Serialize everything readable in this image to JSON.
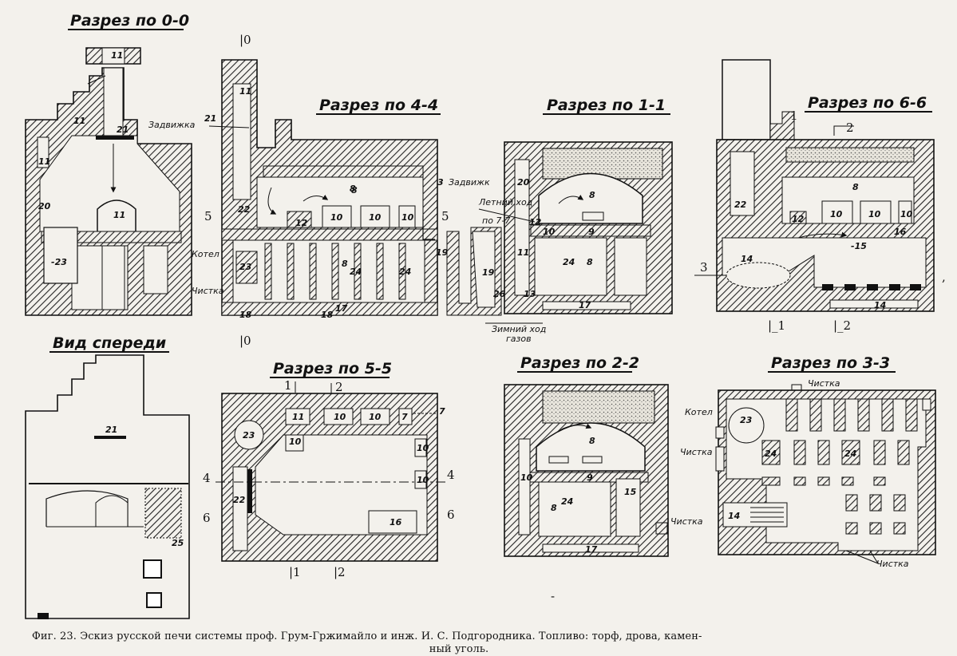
{
  "titles": {
    "s00": "Разрез по 0-0",
    "s44": "Разрез по 4-4",
    "s11": "Разрез по 1-1",
    "s66": "Разрез по 6-6",
    "front": "Вид спереди",
    "s55": "Разрез по 5-5",
    "s22": "Разрез по 2-2",
    "s33": "Разрез по 3-3"
  },
  "labels": {
    "damper": "Задвижка",
    "damper_short": "Задвижк",
    "summer_draft": "Летний ход",
    "summer_draft_ref": "по 7-7",
    "boiler": "Котел",
    "boiler_alt": "Котел",
    "cleanout": "Чистка",
    "winter_draft": "Зимний ход",
    "winter_draft_sub": "газов"
  },
  "caption": {
    "line1": "Фиг. 23. Эскиз русской печи системы проф. Грум-Гржимайло и инж. И. С. Подгородника. Топливо: торф, дрова, камен-",
    "line2": "ный уголь."
  },
  "colors": {
    "ink": "#111111",
    "paper": "#f3f1ec",
    "hatch": "#222222"
  }
}
